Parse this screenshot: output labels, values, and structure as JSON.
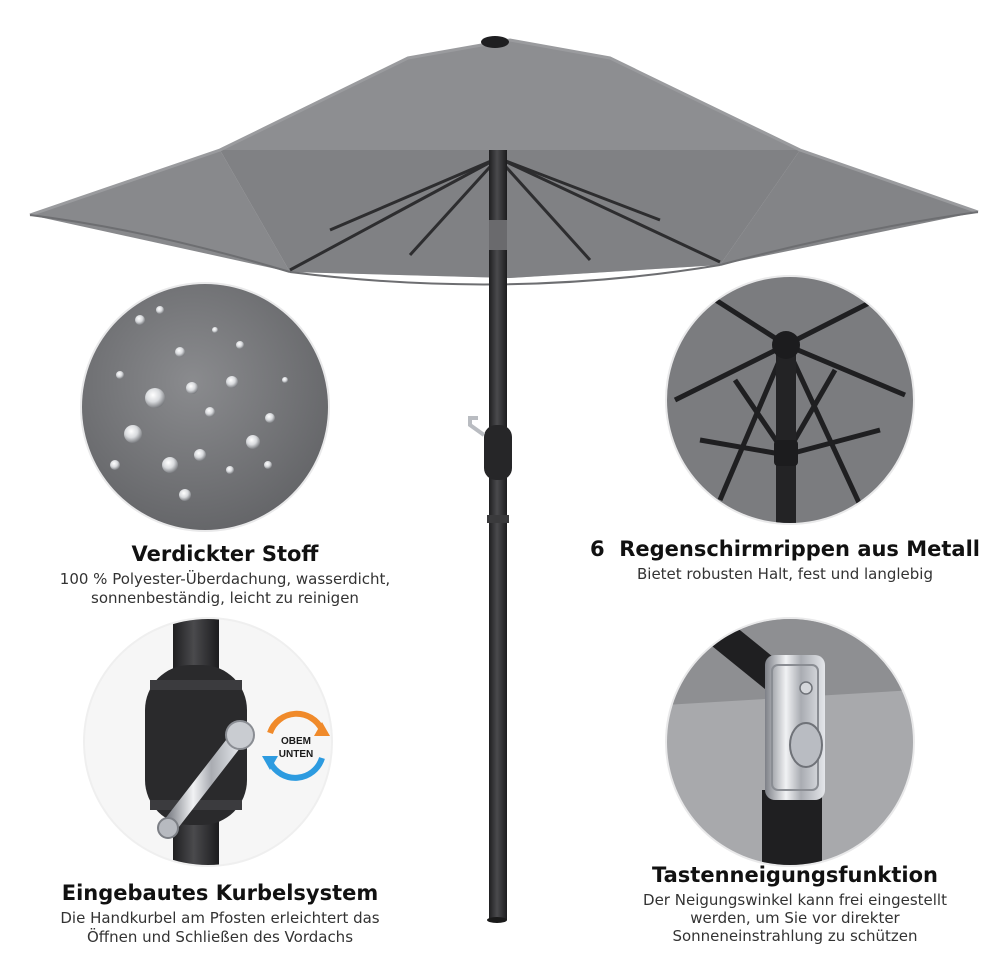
{
  "product": {
    "colors": {
      "canopy_top": "#8d8e90",
      "canopy_dark": "#6e6f72",
      "pole": "#2b2b2d",
      "chrome": "#c9ccd1",
      "arrow_orange": "#f08a2a",
      "arrow_blue": "#2d9be0"
    }
  },
  "features": {
    "fabric": {
      "title": "Verdickter Stoff",
      "desc_line1": "100 % Polyester-Überdachung, wasserdicht,",
      "desc_line2": "sonnenbeständig, leicht zu reinigen",
      "icon": "water-drop-fabric-icon"
    },
    "ribs": {
      "title": "6  Regenschirmrippen aus Metall",
      "desc_line1": "Bietet robusten Halt, fest und langlebig",
      "icon": "umbrella-ribs-icon"
    },
    "crank": {
      "title": "Eingebautes Kurbelsystem",
      "desc_line1": "Die Handkurbel am Pfosten erleichtert das",
      "desc_line2": "Öffnen und Schließen des Vordachs",
      "badge_up": "OBEM",
      "badge_down": "UNTEN",
      "icon": "hand-crank-icon"
    },
    "tilt": {
      "title": "Tastenneigungsfunktion",
      "desc_line1": "Der Neigungswinkel kann frei eingestellt",
      "desc_line2": "werden, um Sie vor direkter",
      "desc_line3": "Sonneneinstrahlung zu schützen",
      "icon": "tilt-button-icon"
    }
  }
}
